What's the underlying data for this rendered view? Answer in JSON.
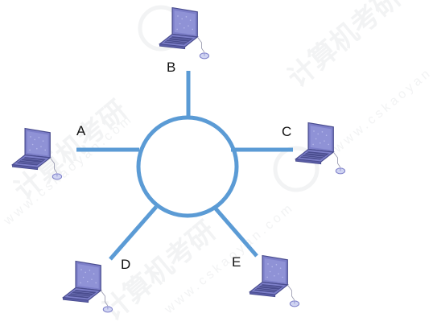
{
  "diagram": {
    "topology": "ring",
    "nodes": [
      {
        "id": "a",
        "label": "A",
        "icon": "laptop-icon"
      },
      {
        "id": "b",
        "label": "B",
        "icon": "laptop-icon"
      },
      {
        "id": "c",
        "label": "C",
        "icon": "laptop-icon"
      },
      {
        "id": "d",
        "label": "D",
        "icon": "laptop-icon"
      },
      {
        "id": "e",
        "label": "E",
        "icon": "laptop-icon"
      }
    ]
  },
  "colors": {
    "link": "#5b9bd5",
    "laptop_body": "#7d7fc9",
    "laptop_edge": "#4a4d8f",
    "laptop_screen_light": "#a4a7e0",
    "mouse": "#d0d4f2",
    "label_text": "#111111"
  },
  "watermark": {
    "text": "计算机考研",
    "url_text": "www.cskaoyan.com"
  }
}
